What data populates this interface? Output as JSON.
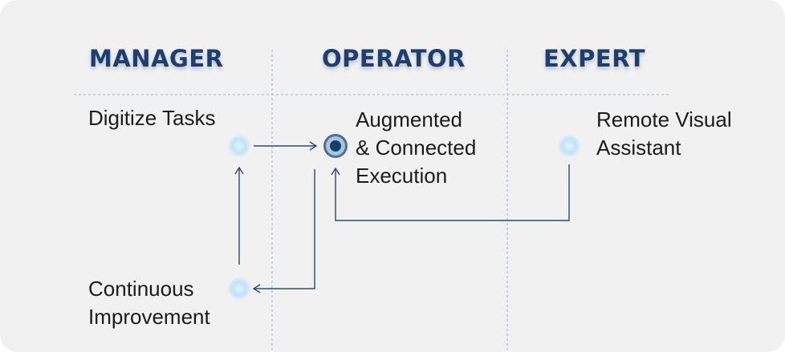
{
  "columns": [
    {
      "id": "manager",
      "title": "MANAGER"
    },
    {
      "id": "operator",
      "title": "OPERATOR"
    },
    {
      "id": "expert",
      "title": "EXPERT"
    }
  ],
  "nodes": {
    "digitize": {
      "label": "Digitize Tasks",
      "column": "MANAGER"
    },
    "augmented": {
      "label": "Augmented\n& Connected\nExecution",
      "column": "OPERATOR"
    },
    "remote": {
      "label": "Remote Visual\nAssistant",
      "column": "EXPERT"
    },
    "continuous": {
      "label": "Continuous\nImprovement",
      "column": "MANAGER"
    }
  },
  "connections": [
    {
      "from": "Digitize Tasks",
      "to": "Augmented & Connected Execution"
    },
    {
      "from": "Augmented & Connected Execution",
      "to": "Continuous Improvement"
    },
    {
      "from": "Continuous Improvement",
      "to": "Digitize Tasks"
    },
    {
      "from": "Remote Visual Assistant",
      "to": "Augmented & Connected Execution"
    }
  ],
  "colors": {
    "heading": "#1e3f6e",
    "line": "#2a4a7a",
    "divider": "#9fb2c6",
    "node_glow": "#bfe3fb",
    "node_active": "#183d6b",
    "background": "#f1f1f1"
  },
  "icons": [
    "circle-node",
    "arrow-right",
    "arrow-left",
    "arrow-up"
  ]
}
